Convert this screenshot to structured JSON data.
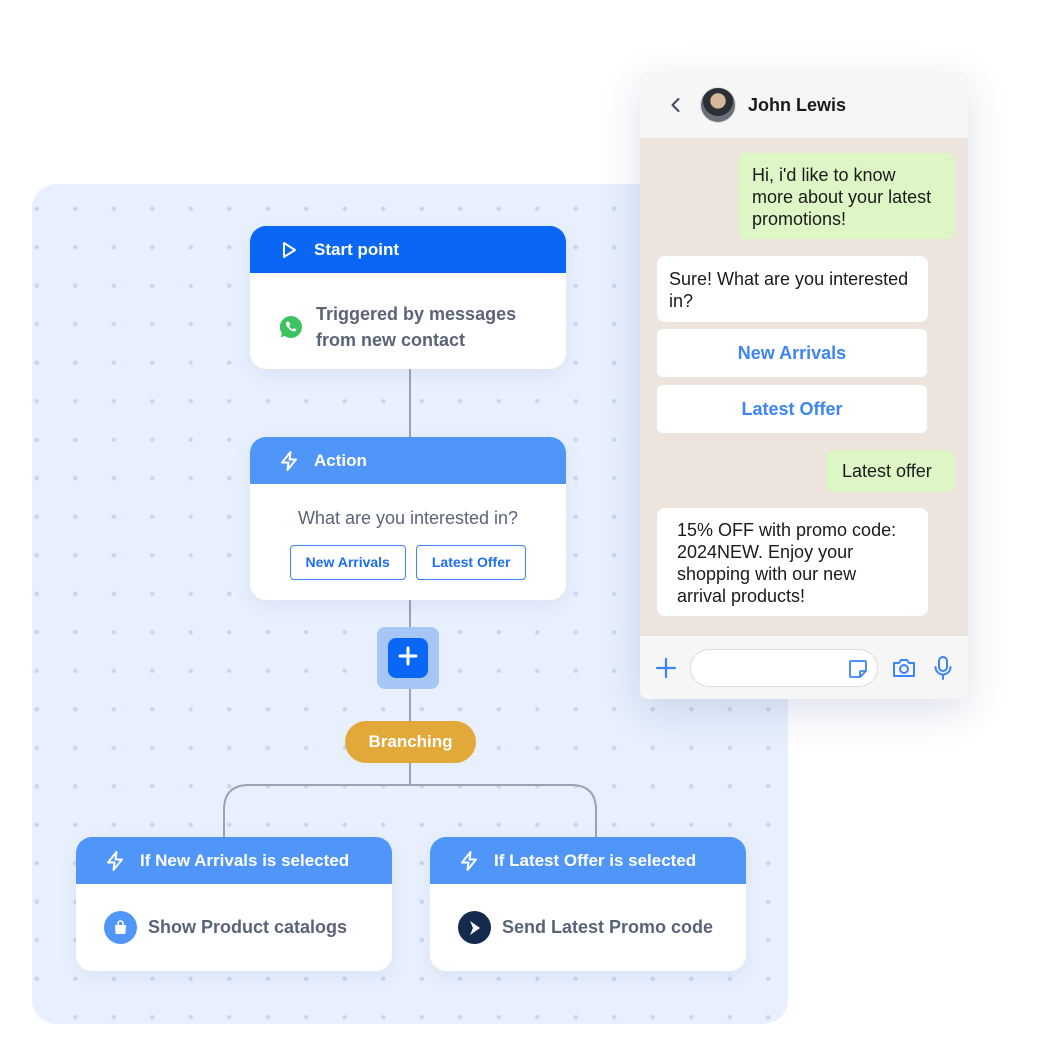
{
  "flow": {
    "start": {
      "title": "Start point",
      "trigger": "Triggered by messages from new contact"
    },
    "action": {
      "title": "Action",
      "question": "What are you interested in?",
      "options": [
        "New Arrivals",
        "Latest Offer"
      ]
    },
    "branching": {
      "label": "Branching"
    },
    "conditions": [
      {
        "title": "If New Arrivals is selected",
        "action": "Show Product catalogs"
      },
      {
        "title": "If Latest Offer is selected",
        "action": "Send Latest Promo code"
      }
    ]
  },
  "chat": {
    "contact_name": "John Lewis",
    "messages": [
      {
        "direction": "out",
        "text": "Hi, i'd like to know more about your latest promotions!"
      },
      {
        "direction": "in",
        "text": "Sure! What are you interested in?"
      },
      {
        "direction": "out",
        "text": "Latest offer"
      },
      {
        "direction": "in",
        "text": "15% OFF with promo code: 2024NEW.  Enjoy your shopping with our new arrival products!"
      }
    ],
    "quick_replies": [
      "New Arrivals",
      "Latest Offer"
    ],
    "input": {
      "placeholder": ""
    }
  },
  "icons": {
    "start": "play-icon",
    "trigger": "whatsapp-icon",
    "action": "lightning-icon",
    "add": "plus-icon",
    "catalog": "shopping-bag-icon",
    "promo": "send-icon",
    "back": "chevron-left-icon",
    "attach": "plus-icon",
    "sticker": "sticker-icon",
    "camera": "camera-icon",
    "mic": "microphone-icon"
  },
  "colors": {
    "primary": "#0a66f5",
    "secondary": "#5096f8",
    "branch": "#e3a83a",
    "outgoing_bubble": "#dcf7c5",
    "chat_background": "#ede5dd"
  }
}
